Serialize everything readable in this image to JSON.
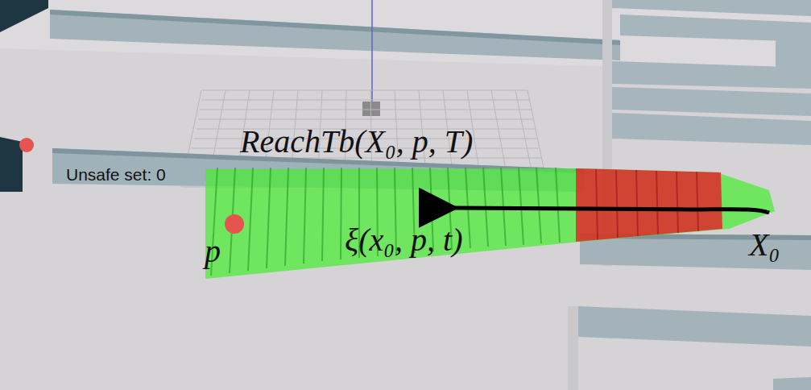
{
  "diagram": {
    "labels": [
      "ReachTb(X₀, p, T)",
      "Unsafe set: 0",
      "ξ(x₀, p, t)",
      "p",
      "X₀"
    ]
  }
}
